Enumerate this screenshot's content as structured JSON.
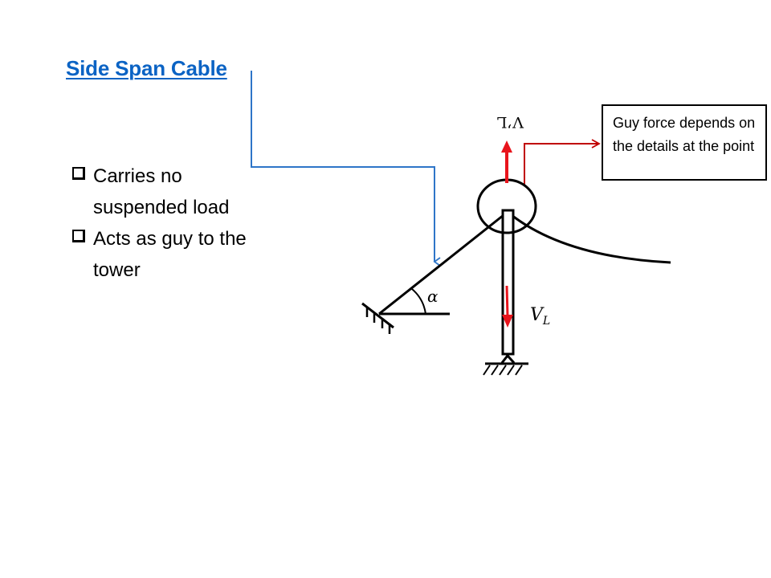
{
  "slide": {
    "title": "Side Span Cable",
    "bullets": [
      {
        "line1": "Carries no",
        "line2": "suspended  load"
      },
      {
        "line1": "Acts as guy to the",
        "line2": "tower"
      }
    ]
  },
  "diagram": {
    "labels": {
      "alpha": "α",
      "v_l_main": "V",
      "v_l_sub": "L",
      "v_l_prime_rotated": "V’L"
    },
    "note_box": {
      "text": "Guy force depends on the details at the point"
    },
    "colors": {
      "title_blue": "#0b63c4",
      "connector_blue": "#2e75c8",
      "force_red": "#e8141c",
      "leader_red": "#c00000",
      "structure_black": "#000000"
    }
  }
}
